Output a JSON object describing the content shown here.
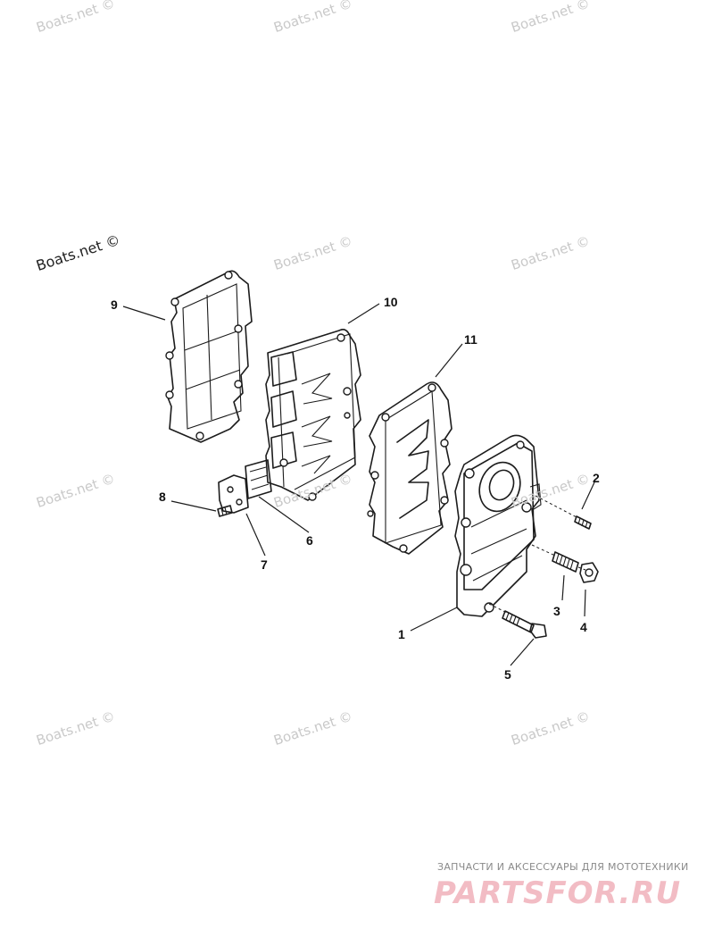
{
  "watermarks": {
    "text": "Boats.net ©"
  },
  "callouts": {
    "c1": "1",
    "c2": "2",
    "c3": "3",
    "c4": "4",
    "c5": "5",
    "c6": "6",
    "c7": "7",
    "c8": "8",
    "c9": "9",
    "c10": "10",
    "c11": "11"
  },
  "brand": {
    "tagline": "ЗАПЧАСТИ И АКСЕССУАРЫ ДЛЯ МОТОТЕХНИКИ",
    "logo": "PARTSFOR.RU",
    "logo_color": "#f2bcc4"
  }
}
